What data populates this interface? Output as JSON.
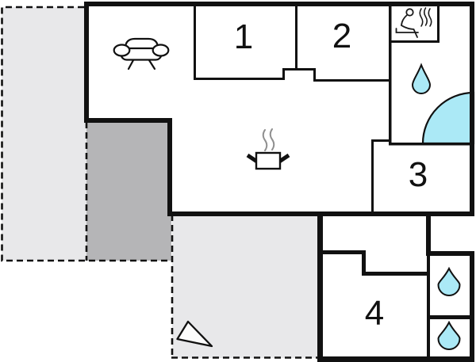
{
  "rooms": [
    {
      "id": "room-1",
      "label": "1"
    },
    {
      "id": "room-2",
      "label": "2"
    },
    {
      "id": "room-3",
      "label": "3"
    },
    {
      "id": "room-4",
      "label": "4"
    }
  ],
  "icons": {
    "sofa": "sofa-icon",
    "cooking_pot": "cooking-pot-icon",
    "pot_steam": "steam-icon",
    "sauna": "sauna-person-icon",
    "bathroom_drop": "water-drop-icon",
    "wc_top_drop": "water-drop-icon",
    "wc_bottom_drop": "water-drop-icon",
    "corner_bath": "corner-bathtub-icon",
    "terrace_triangle": "triangle-marker-icon"
  },
  "colors": {
    "wall": "#111111",
    "terrace_fill": "#e8e8ea",
    "covered_area_fill": "#b5b5b7",
    "water_fill": "#abe9f6",
    "icon_white": "#ffffff",
    "steam_gray": "#8f8f8f",
    "background": "#ffffff"
  }
}
